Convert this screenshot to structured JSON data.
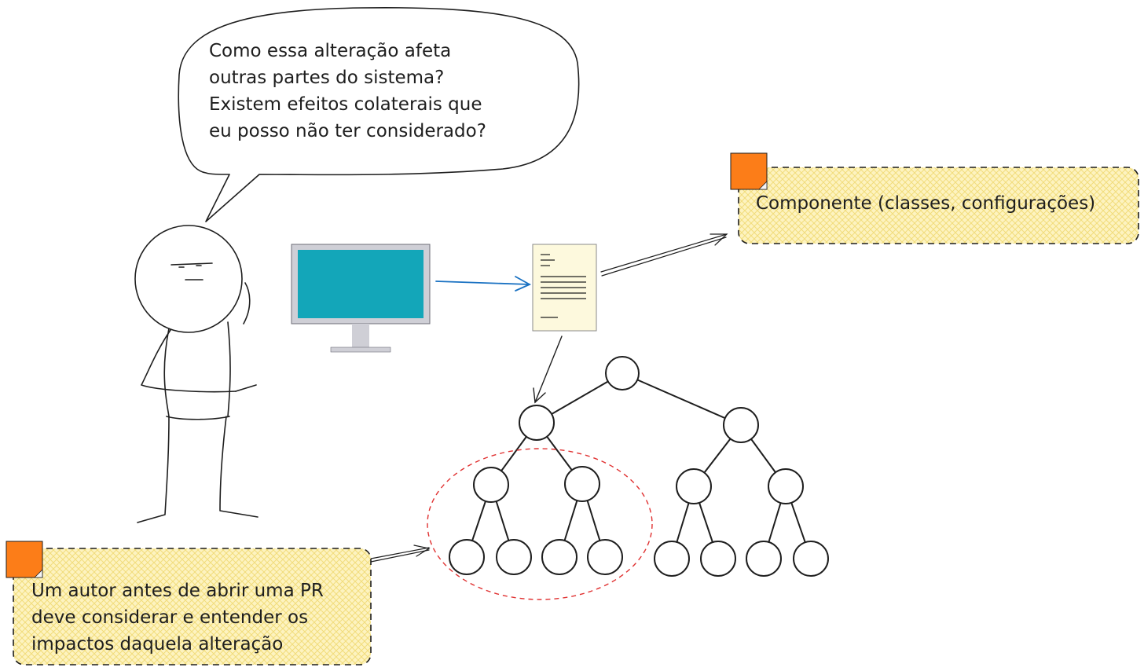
{
  "bubble": {
    "text": "Como essa alteração afeta\noutras partes do sistema?\nExistem efeitos colaterais que\neu posso não ter considerado?"
  },
  "note_component": {
    "text": "Componente (classes, configurações)"
  },
  "note_author": {
    "text": "Um autor antes de abrir uma PR\ndeve considerar e entender os\nimpactos daquela alteração"
  },
  "colors": {
    "ink": "#1e1e1e",
    "note_fill": "#fdf3c0",
    "note_hatch": "#f2dd7c",
    "sticky_tab": "#fc7d18",
    "monitor_screen": "#13a6b9",
    "monitor_frame": "#cfcfd6",
    "arrow_blue": "#1971c2",
    "highlight_red": "#e03131",
    "document_fill": "#fdf9dd"
  }
}
